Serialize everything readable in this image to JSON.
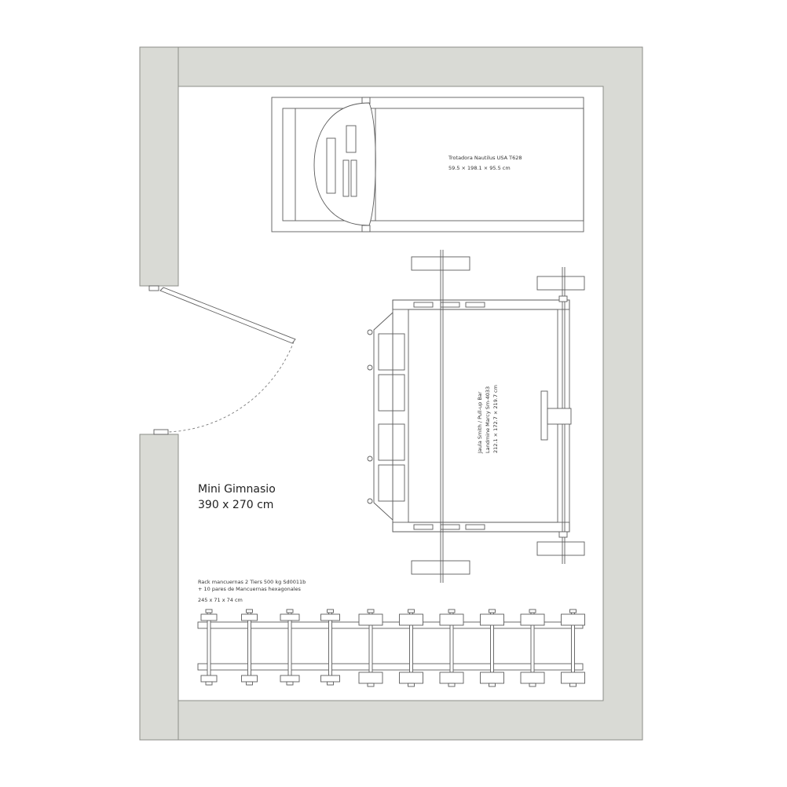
{
  "room": {
    "title": "Mini Gimnasio",
    "dimensions": "390 x 270 cm"
  },
  "treadmill": {
    "name": "Trotadora Nautilus USA T628",
    "size": "59.5 × 198.1 × 95.5 cm"
  },
  "cage": {
    "line1": "Jaula Smith / Pull-up Bar",
    "line2": "Landmine Marcy Sm-4033",
    "line3": "212.1 × 172.7 × 219.7 cm"
  },
  "dumbbell_rack": {
    "line1": "Rack mancuernas 2 Tiers 500 kg Sd0011b",
    "line2": "+ 10 pares de Mancuernas hexagonales",
    "line3": "245 x 71 x 74 cm",
    "pair_count": 10
  },
  "colors": {
    "wall_fill": "#d9dad5",
    "line": "#5c5c5c",
    "floor": "#ffffff"
  }
}
